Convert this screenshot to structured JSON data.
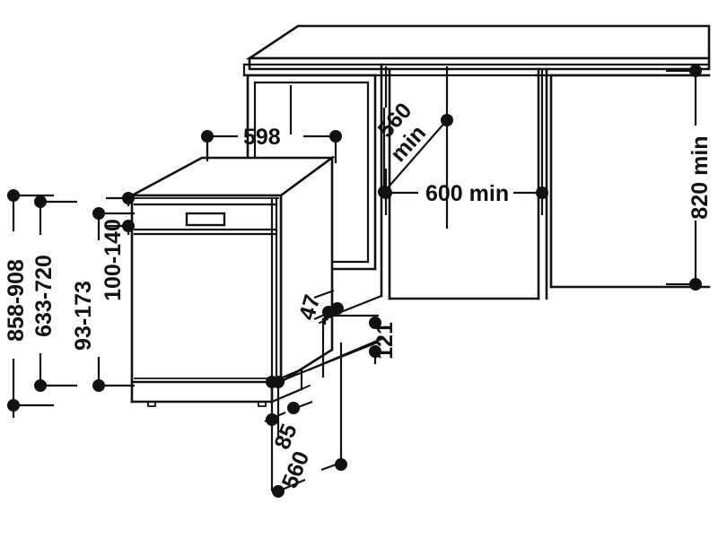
{
  "drawing": {
    "title": "Built-in dishwasher installation dimensions",
    "units": "mm",
    "line_color": "#111111",
    "fill_color": "#ffffff",
    "dot_color": "#111111"
  },
  "dimensions": {
    "cabinet_width_top": "598",
    "niche_depth_min": "560 min",
    "niche_width_min": "600 min",
    "worktop_height_min": "820 min",
    "total_height_range": "858-908",
    "door_height_range": "633-720",
    "plinth_height_range": "93-173",
    "panel_top_gap_range": "100-140",
    "front_offset": "47",
    "service_depth": "121",
    "plinth_depth": "85",
    "base_depth": "560"
  },
  "labels": [
    {
      "id": "w598",
      "text": "598",
      "orientation": "horizontal"
    },
    {
      "id": "d560min",
      "text": "560",
      "orientation": "diagonal"
    },
    {
      "id": "d560min_sub",
      "text": "min",
      "orientation": "diagonal"
    },
    {
      "id": "w600min",
      "text": "600 min",
      "orientation": "horizontal"
    },
    {
      "id": "h820min",
      "text": "820 min",
      "orientation": "vertical"
    },
    {
      "id": "h858",
      "text": "858-908",
      "orientation": "vertical"
    },
    {
      "id": "h633",
      "text": "633-720",
      "orientation": "vertical"
    },
    {
      "id": "h93",
      "text": "93-173",
      "orientation": "vertical"
    },
    {
      "id": "h100",
      "text": "100-140",
      "orientation": "vertical"
    },
    {
      "id": "d47",
      "text": "47",
      "orientation": "vertical"
    },
    {
      "id": "d121",
      "text": "121",
      "orientation": "vertical"
    },
    {
      "id": "d85",
      "text": "85",
      "orientation": "vertical"
    },
    {
      "id": "d560",
      "text": "560",
      "orientation": "vertical"
    }
  ],
  "parts": {
    "worktop": "kitchen-worktop",
    "dishwasher": "built-in-dishwasher",
    "control_panel": "dishwasher-control-panel",
    "handle": "dishwasher-handle",
    "cabinet_left": "left-cabinet-carcass",
    "cabinet_right": "right-cabinet-carcass",
    "niche": "installation-niche",
    "plinth": "base-plinth"
  }
}
